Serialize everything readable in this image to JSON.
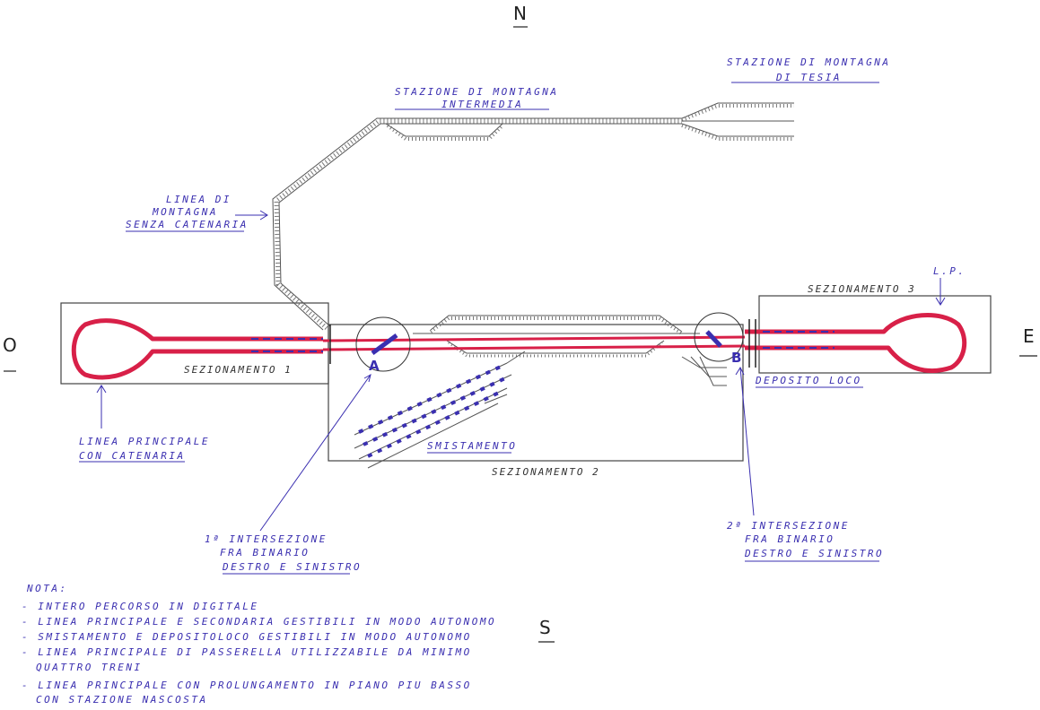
{
  "compass": {
    "north": "N",
    "south": "S",
    "east": "E",
    "west": "O"
  },
  "labels": {
    "station_tesia_line1": "STAZIONE DI MONTAGNA",
    "station_tesia_line2": "DI TESIA",
    "station_intermediate_line1": "STAZIONE DI MONTAGNA",
    "station_intermediate_line2": "INTERMEDIA",
    "mountain_line_1": "LINEA DI",
    "mountain_line_2": "MONTAGNA",
    "mountain_line_3": "SENZA CATENARIA",
    "main_line_1": "LINEA PRINCIPALE",
    "main_line_2": "CON CATENARIA",
    "section_1": "SEZIONAMENTO 1",
    "section_2": "SEZIONAMENTO 2",
    "section_3": "SEZIONAMENTO 3",
    "lp": "L.P.",
    "point_a": "A",
    "point_b": "B",
    "deposito": "DEPOSITO LOCO",
    "smistamento": "SMISTAMENTO",
    "intersection_1_line1": "1ª INTERSEZIONE",
    "intersection_1_line2": "FRA BINARIO",
    "intersection_1_line3": "DESTRO E SINISTRO",
    "intersection_2_line1": "2ª INTERSEZIONE",
    "intersection_2_line2": "FRA BINARIO",
    "intersection_2_line3": "DESTRO E SINISTRO"
  },
  "notes": {
    "title": "NOTA:",
    "items": [
      "- INTERO PERCORSO IN DIGITALE",
      "- LINEA PRINCIPALE E SECONDARIA GESTIBILI IN MODO AUTONOMO",
      "- SMISTAMENTO E DEPOSITOLOCO GESTIBILI IN MODO AUTONOMO",
      "- LINEA PRINCIPALE DI PASSERELLA UTILIZZABILE DA MINIMO",
      "  QUATTRO TRENI",
      "- LINEA PRINCIPALE CON PROLUNGAMENTO IN PIANO PIU BASSO",
      "  CON STAZIONE NASCOSTA"
    ]
  }
}
